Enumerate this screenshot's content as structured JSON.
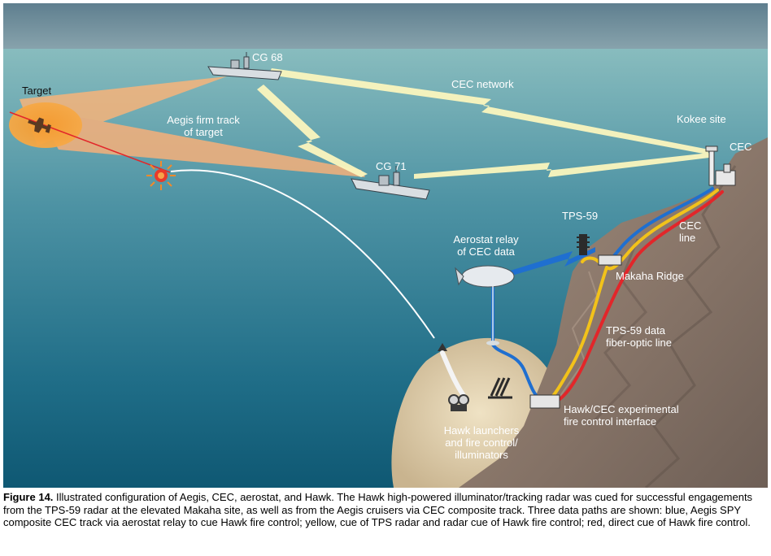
{
  "labels": {
    "target": "Target",
    "cg68": "CG 68",
    "cg71": "CG 71",
    "cec_network": "CEC network",
    "aegis_track_l1": "Aegis firm track",
    "aegis_track_l2": "of target",
    "kokee_site": "Kokee site",
    "cec": "CEC",
    "tps59": "TPS-59",
    "cec_line_l1": "CEC",
    "cec_line_l2": "line",
    "aerostat_l1": "Aerostat relay",
    "aerostat_l2": "of CEC data",
    "makaha": "Makaha Ridge",
    "tps_data_l1": "TPS-59 data",
    "tps_data_l2": "fiber-optic line",
    "hawk_cec_l1": "Hawk/CEC experimental",
    "hawk_cec_l2": "fire control interface",
    "hawk_l1": "Hawk launchers",
    "hawk_l2": "and fire control/",
    "hawk_l3": "illuminators"
  },
  "caption": {
    "figure": "Figure 14.",
    "text": " Illustrated configuration of Aegis, CEC, aerostat, and Hawk. The Hawk high-powered illuminator/tracking radar was cued for successful engagements from the TPS-59 radar at the elevated Makaha site, as well as from the Aegis cruisers via CEC composite track. Three data paths are shown: blue, Aegis SPY composite CEC track via aerostat relay to cue Hawk fire control; yellow, cue of TPS radar and radar cue of Hawk fire control; red, direct cue of Hawk fire control."
  },
  "colors": {
    "sky": "#6f8d9c",
    "sea_light": "#7fb6b6",
    "sea_dark": "#0f5a74",
    "rock": "#8d7a6e",
    "beam": "#f7b47a",
    "cec_link": "#fbf6be",
    "blue_path": "#1f6fd0",
    "yellow_path": "#f2c21a",
    "red_path": "#e2262a"
  }
}
